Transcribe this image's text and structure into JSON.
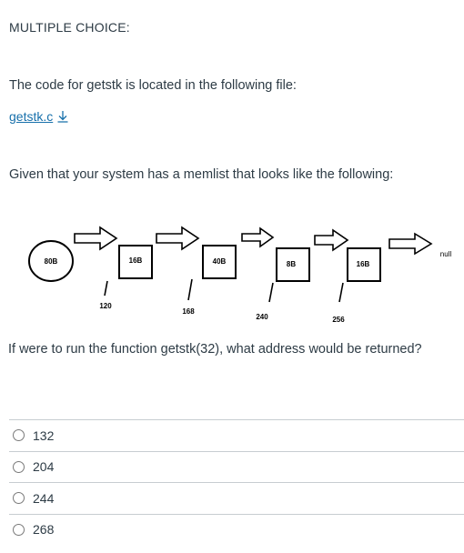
{
  "question_type": "MULTIPLE CHOICE:",
  "intro_text": "The code for getstk is located in the following file:",
  "file_link": {
    "label": "getstk.c",
    "icon": "download-icon"
  },
  "memlist_text": "Given that your system has a memlist that looks like the following:",
  "diagram": {
    "blocks": [
      "80B",
      "16B",
      "40B",
      "8B",
      "16B"
    ],
    "addresses": [
      "120",
      "168",
      "240",
      "256"
    ],
    "terminal": "null"
  },
  "question_text": "If were to run the function getstk(32), what address would be returned?",
  "answers": [
    "132",
    "204",
    "244",
    "268"
  ]
}
